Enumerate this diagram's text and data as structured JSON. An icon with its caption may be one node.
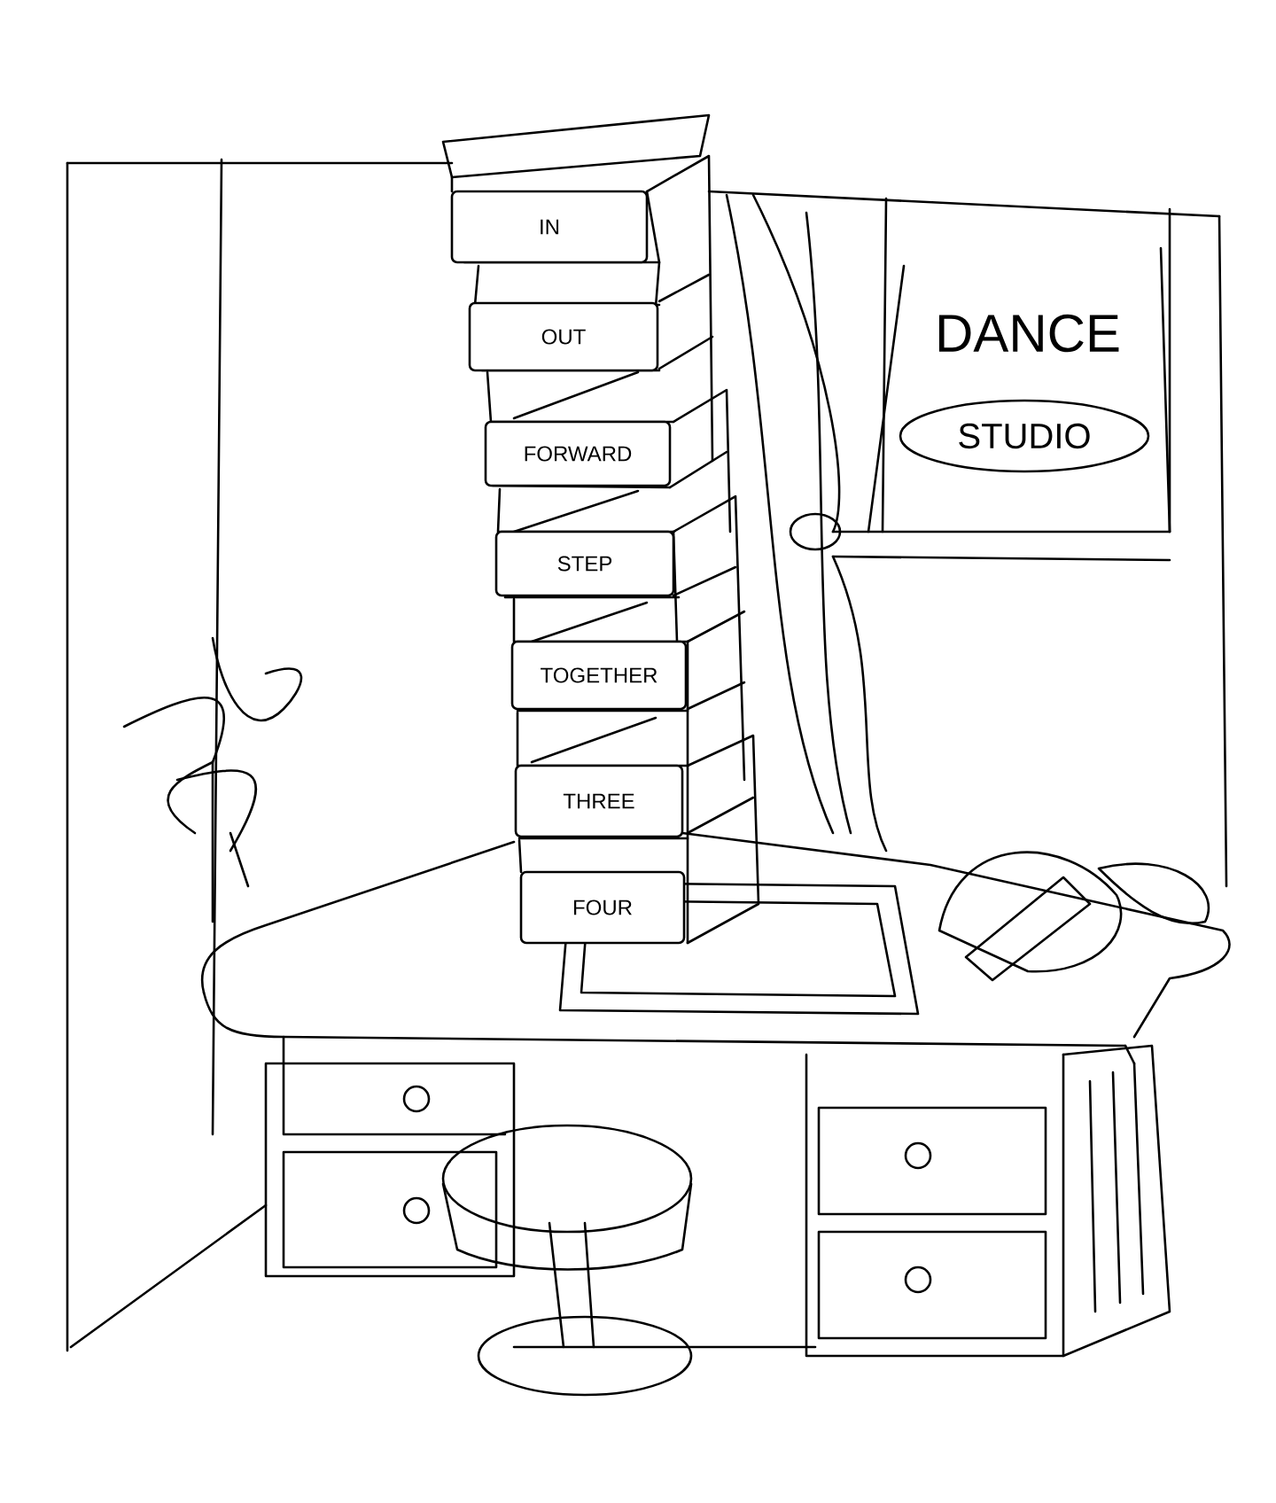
{
  "diagram": {
    "nodes": [
      {
        "text": [
          "IN"
        ]
      },
      {
        "text": [
          "OUT"
        ]
      },
      {
        "text": [
          "FORWARD"
        ]
      },
      {
        "text": [
          "STEP"
        ]
      },
      {
        "text": [
          "TOGETHER"
        ]
      },
      {
        "text": [
          "THREE"
        ]
      },
      {
        "text": [
          "FOUR"
        ]
      },
      {
        "text": [
          "STUDIO"
        ]
      }
    ],
    "edges": [],
    "labels": [
      "DANCE"
    ]
  }
}
